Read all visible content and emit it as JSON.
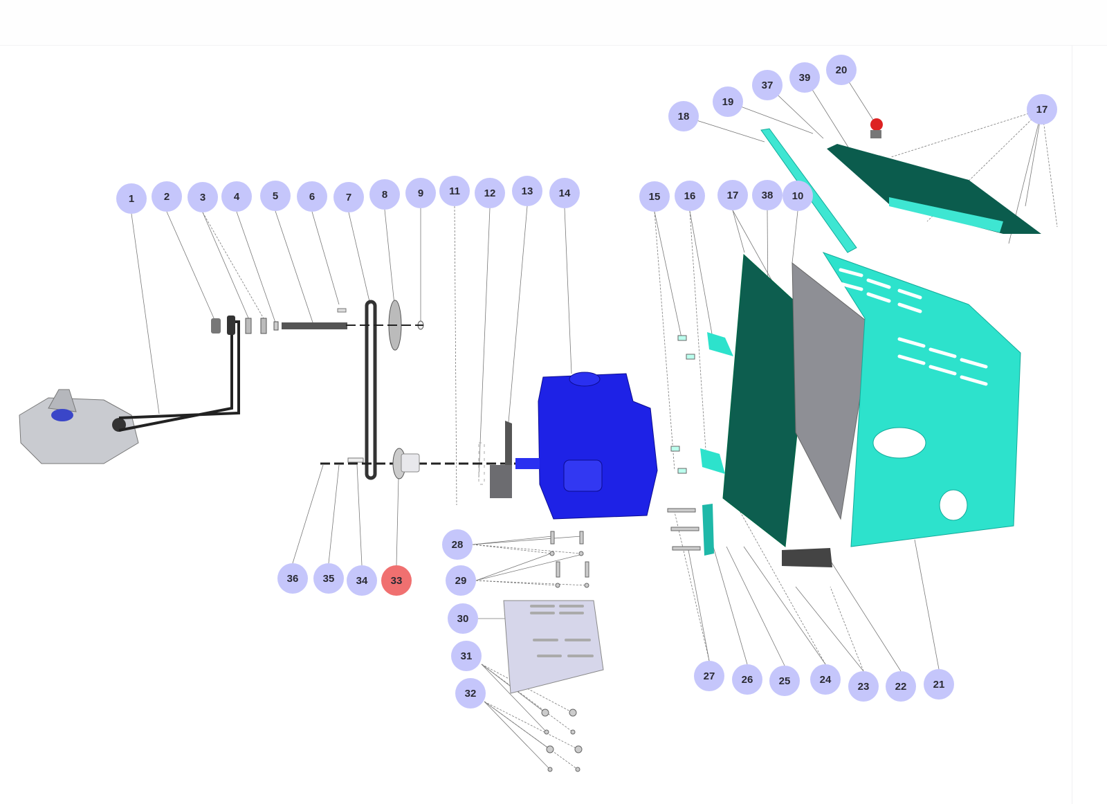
{
  "diagram": {
    "highlight_color": "#f07070",
    "callout_color": "#c5c6fb",
    "callouts": [
      {
        "label": "1"
      },
      {
        "label": "2"
      },
      {
        "label": "3"
      },
      {
        "label": "4"
      },
      {
        "label": "5"
      },
      {
        "label": "6"
      },
      {
        "label": "7"
      },
      {
        "label": "8"
      },
      {
        "label": "9"
      },
      {
        "label": "11"
      },
      {
        "label": "12"
      },
      {
        "label": "13"
      },
      {
        "label": "14"
      },
      {
        "label": "15"
      },
      {
        "label": "16"
      },
      {
        "label": "17"
      },
      {
        "label": "38"
      },
      {
        "label": "10"
      },
      {
        "label": "18"
      },
      {
        "label": "19"
      },
      {
        "label": "37"
      },
      {
        "label": "39"
      },
      {
        "label": "20"
      },
      {
        "label": "17"
      },
      {
        "label": "36"
      },
      {
        "label": "35"
      },
      {
        "label": "34"
      },
      {
        "label": "33",
        "active": true
      },
      {
        "label": "28"
      },
      {
        "label": "29"
      },
      {
        "label": "30"
      },
      {
        "label": "31"
      },
      {
        "label": "32"
      },
      {
        "label": "27"
      },
      {
        "label": "26"
      },
      {
        "label": "25"
      },
      {
        "label": "24"
      },
      {
        "label": "23"
      },
      {
        "label": "22"
      },
      {
        "label": "21"
      }
    ]
  }
}
